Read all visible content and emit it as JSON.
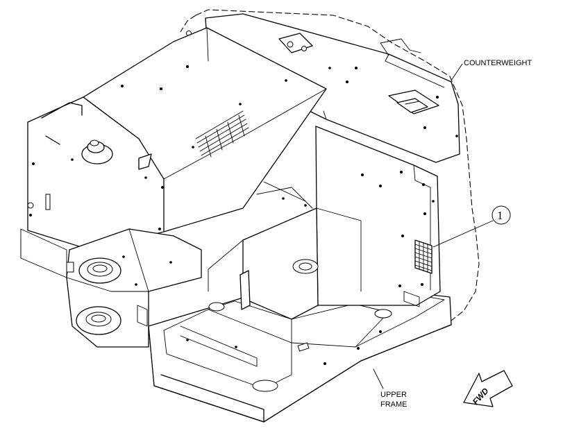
{
  "diagram": {
    "labels": {
      "counterweight": "COUNTERWEIGHT",
      "upper_frame_line1": "UPPER",
      "upper_frame_line2": "FRAME",
      "direction": "FWD"
    },
    "callouts": [
      {
        "number": "1"
      }
    ]
  }
}
